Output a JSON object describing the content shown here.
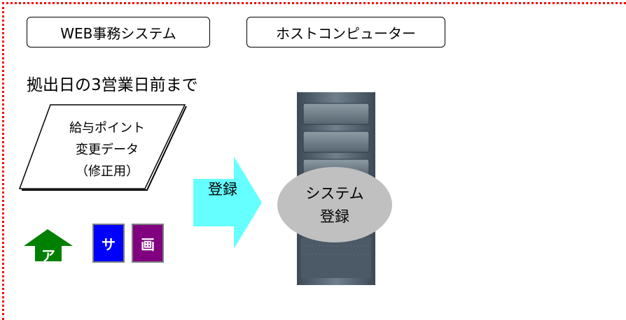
{
  "systems": {
    "web_label": "WEB事務システム",
    "host_label": "ホストコンピューター"
  },
  "deadline_text": "拠出日の3営業日前まで",
  "data_shape": {
    "line1": "給与ポイント",
    "line2": "変更データ",
    "line3": "（修正用）"
  },
  "flow_arrow": {
    "label": "登録",
    "color": "#66ffff"
  },
  "server_ellipse": {
    "line1": "システム",
    "line2": "登録",
    "color": "#c0c0c0"
  },
  "badges": {
    "up_arrow": {
      "label": "ア",
      "color": "#008000"
    },
    "sa": {
      "label": "サ",
      "color": "#0000ff"
    },
    "ga": {
      "label": "画",
      "color": "#800080"
    }
  },
  "frame_color": "#ff0000"
}
